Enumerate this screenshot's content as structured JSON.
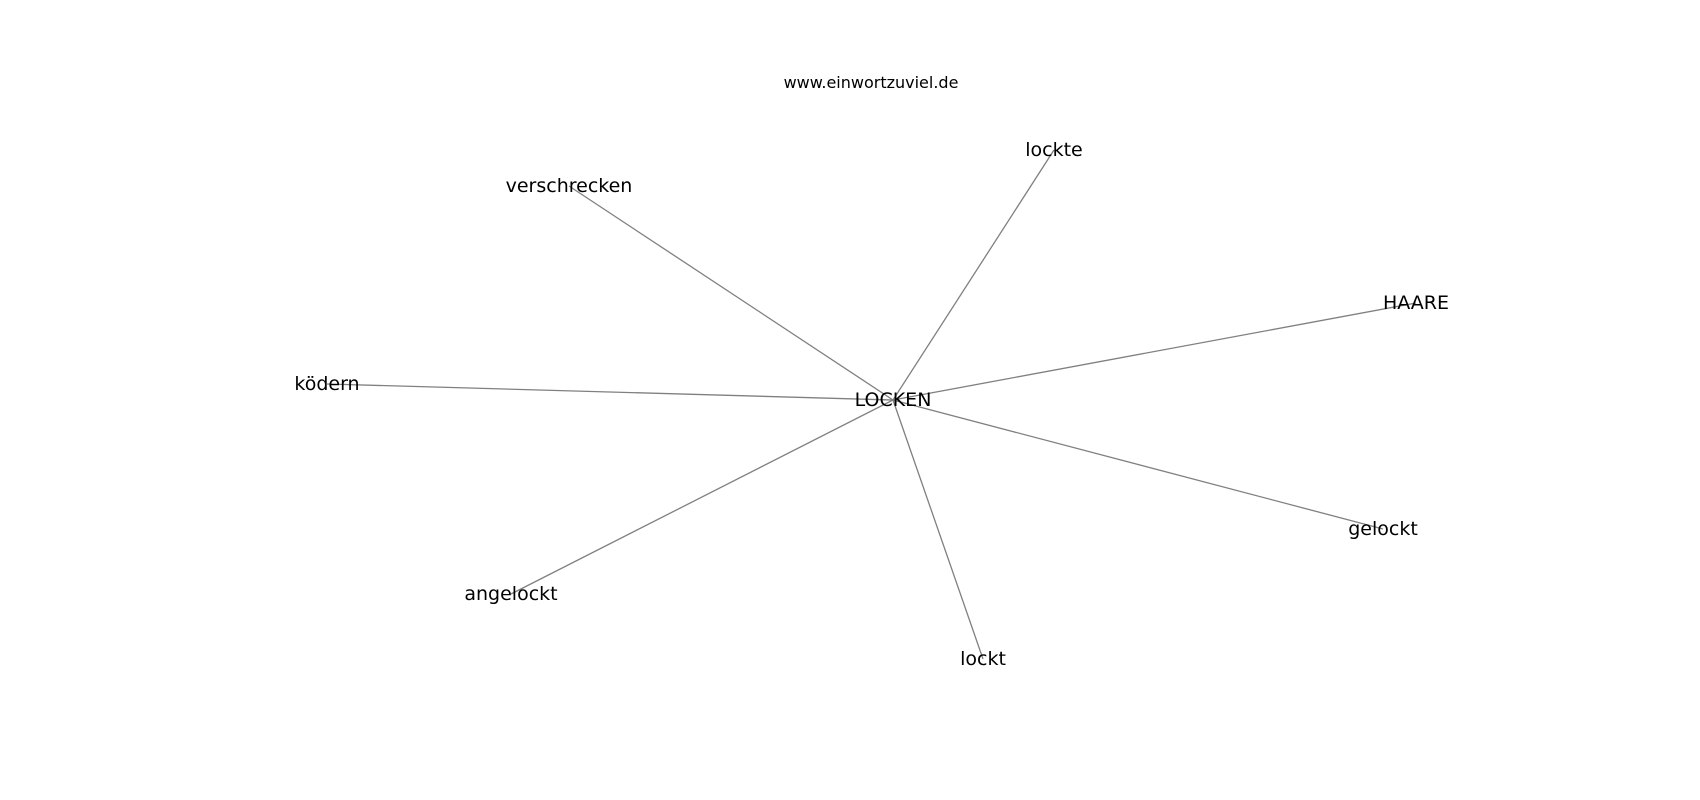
{
  "header": {
    "site": "www.einwortzuviel.de"
  },
  "graph": {
    "center": {
      "id": "locken",
      "label": "LOCKEN"
    },
    "nodes": [
      {
        "id": "verschrecken",
        "label": "verschrecken"
      },
      {
        "id": "lockte",
        "label": "lockte"
      },
      {
        "id": "haare",
        "label": "HAARE"
      },
      {
        "id": "koedern",
        "label": "ködern"
      },
      {
        "id": "gelockt",
        "label": "gelockt"
      },
      {
        "id": "angelockt",
        "label": "angelockt"
      },
      {
        "id": "lockt",
        "label": "lockt"
      }
    ],
    "edges": [
      [
        "locken",
        "verschrecken"
      ],
      [
        "locken",
        "lockte"
      ],
      [
        "locken",
        "haare"
      ],
      [
        "locken",
        "koedern"
      ],
      [
        "locken",
        "gelockt"
      ],
      [
        "locken",
        "angelockt"
      ],
      [
        "locken",
        "lockt"
      ]
    ]
  },
  "colors": {
    "edge": "#808080",
    "text": "#000000",
    "background": "#ffffff"
  }
}
